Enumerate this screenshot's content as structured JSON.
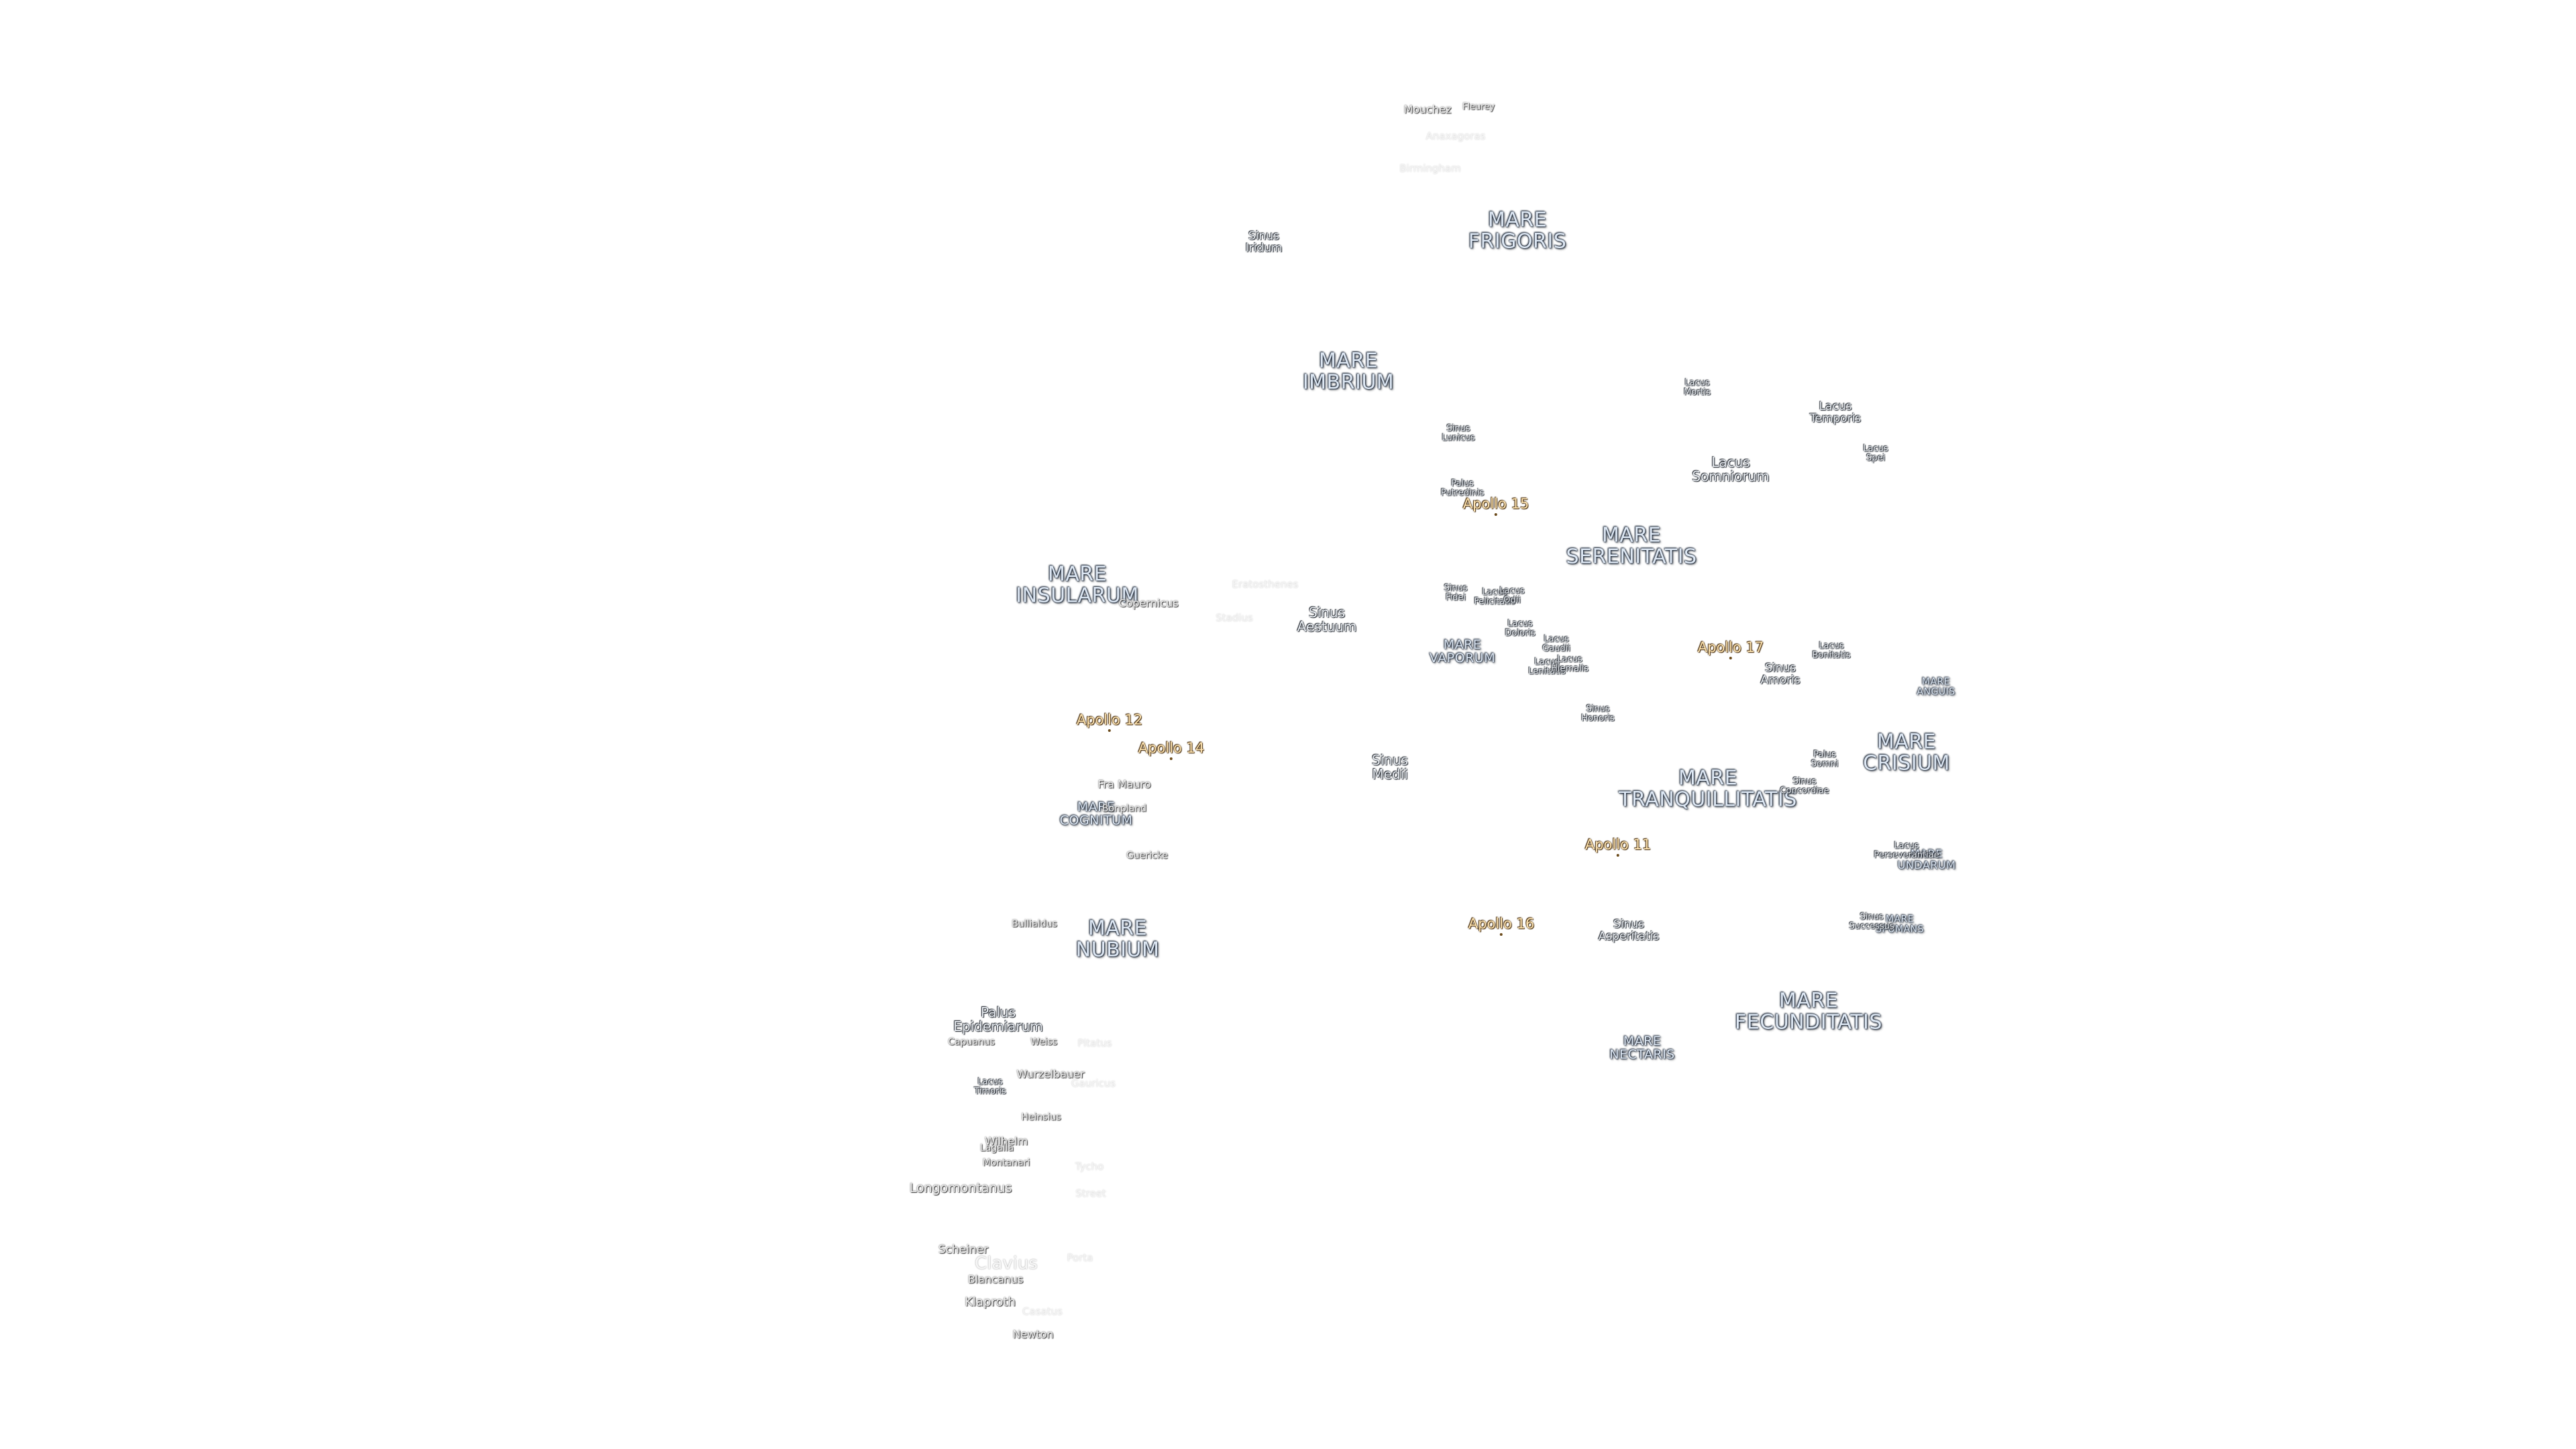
{
  "colors": {
    "background": "#ffffff",
    "mare_text": "#dde7f3",
    "apollo_text": "#fde3b0"
  },
  "mare": [
    "MARE\nFRIGORIS",
    "MARE\nIMBRIUM",
    "MARE\nSERENITATIS",
    "MARE\nINSULARUM",
    "MARE\nTRANQUILLITATIS",
    "MARE\nCRISIUM",
    "MARE\nNUBIUM",
    "MARE\nFECUNDITATIS",
    "MARE\nCOGNITUM",
    "MARE\nVAPORUM",
    "MARE\nNECTARIS",
    "MARE\nUNDARUM",
    "MARE\nANGUIS",
    "MARE\nSPUMANS"
  ],
  "features": [
    "Sinus\nIridum",
    "Lacus\nSomniorum",
    "Sinus\nAestuum",
    "Sinus\nMedii",
    "Palus\nEpidemiarum",
    "Sinus\nAmoris",
    "Sinus\nAsperitatis",
    "Lacus\nMortis",
    "Lacus\nTemporis",
    "Lacus\nSpei",
    "Sinus\nLunicus",
    "Palus\nPutredinis",
    "Sinus\nFidei",
    "Lacus\nFelicitatis",
    "Lacus\nOdii",
    "Lacus\nDoloris",
    "Lacus\nGaudii",
    "Lacus\nLenitatis",
    "Lacus\nHiemalis",
    "Sinus\nHonoris",
    "Lacus\nBonitatis",
    "Palus\nSomni",
    "Sinus\nConcordiae",
    "Lacus\nPerseverantiae",
    "Sinus\nSuccessus",
    "Lacus\nTimoris"
  ],
  "craters": [
    "Mouchez",
    "Fleurey",
    "Copernicus",
    "Fra Mauro",
    "Bonpland",
    "Guericke",
    "Bullialdus",
    "Capuanus",
    "Weiss",
    "Wurzelbauer",
    "Heinsius",
    "Wilhelm",
    "Lagalla",
    "Montanari",
    "Longomontanus",
    "Scheiner",
    "Blancanus",
    "Klaproth",
    "Newton"
  ],
  "craters_faint": [
    "Anaxagoras",
    "Birmingham",
    "Eratosthenes",
    "Stadius",
    "Pitatus",
    "Gauricus",
    "Tycho",
    "Street",
    "Porta",
    "Casatus",
    "Clavius"
  ],
  "apollo_sites": [
    "Apollo 15",
    "Apollo 17",
    "Apollo 12",
    "Apollo 14",
    "Apollo 11",
    "Apollo 16"
  ]
}
